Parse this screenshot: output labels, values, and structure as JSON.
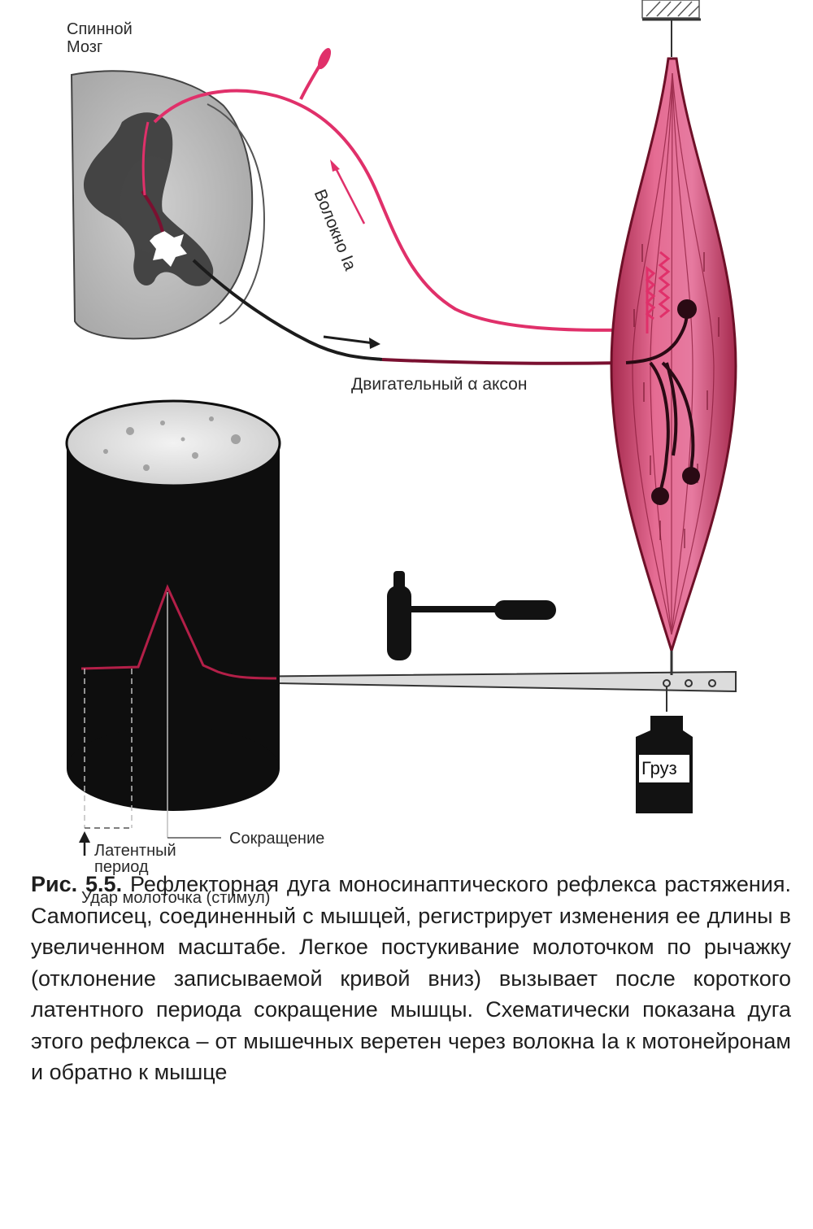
{
  "labels": {
    "spinal_cord": [
      "Спинной",
      "Мозг"
    ],
    "fiber": "Волокно Ia",
    "motor_axon": "Двигательный α аксон",
    "contraction": "Сокращение",
    "latent_period": [
      "Латентный",
      "период"
    ],
    "hammer_strike": "Удар молоточка (стимул)",
    "weight": "Груз"
  },
  "caption": {
    "label": "Рис. 5.5.",
    "text": "Рефлекторная дуга моносинаптического рефлекса растяжения. Самописец, соединенный с мышцей, регистрирует изменения ее длины в увеличенном масштабе. Легкое постукивание молоточком по рычажку (отклонение записываемой кривой вниз) вызывает после короткого латентного периода сокращение мышцы. Схематически показана дуга этого рефлекса – от мышечных веретен через волокна Ia к мотонейронам и обратно к мышце"
  },
  "colors": {
    "fiber_pink": "#e0306a",
    "muscle_fill": "#e36a92",
    "muscle_dark": "#6e1028",
    "ink": "#1c1c1c",
    "gray_matter": "#3a3a3a",
    "white_matter": "#bdbdbd"
  }
}
